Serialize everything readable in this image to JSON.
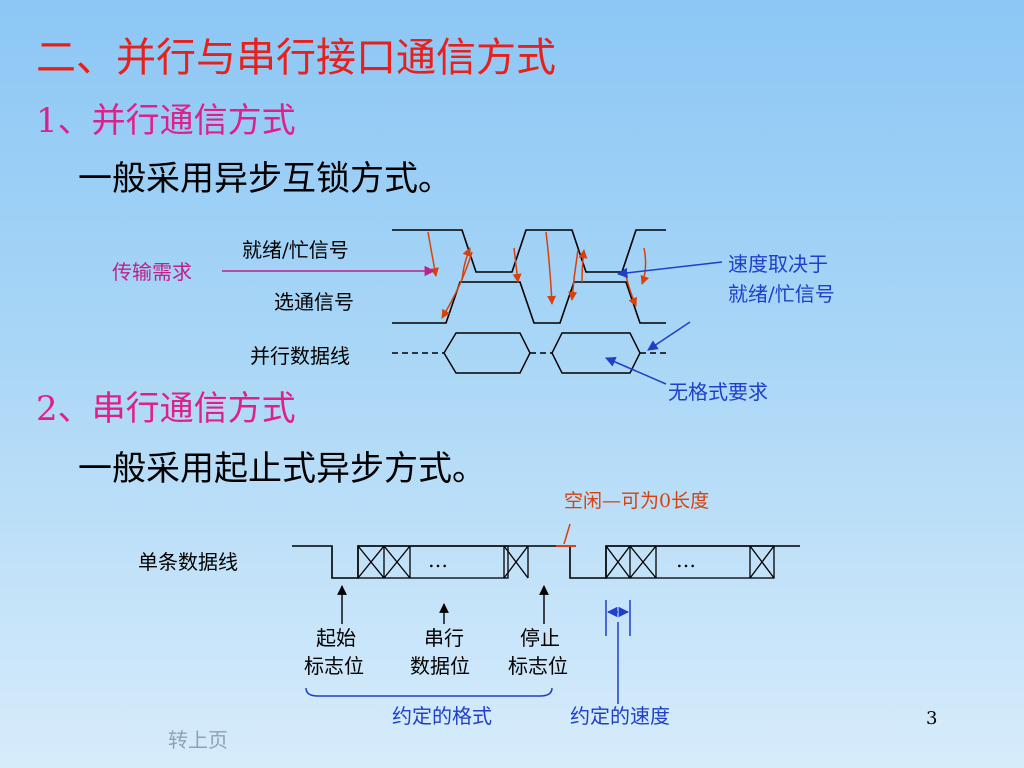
{
  "slide": {
    "title": "二、并行与串行接口通信方式",
    "section1": {
      "heading": "1、并行通信方式",
      "text": "一般采用异步互锁方式。",
      "labels": {
        "ready_busy": "就绪/忙信号",
        "strobe": "选通信号",
        "data_line": "并行数据线",
        "transfer_request": "传输需求",
        "speed_note_line1": "速度取决于",
        "speed_note_line2": "就绪/忙信号",
        "format_note": "无格式要求"
      }
    },
    "section2": {
      "heading": "2、串行通信方式",
      "text": "一般采用起止式异步方式。",
      "labels": {
        "single_data_line": "单条数据线",
        "idle_note": "空闲—可为0长度",
        "ellipsis": "…",
        "start_bit_line1": "起始",
        "start_bit_line2": "标志位",
        "serial_data_line1": "串行",
        "serial_data_line2": "数据位",
        "stop_bit_line1": "停止",
        "stop_bit_line2": "标志位",
        "agreed_format": "约定的格式",
        "agreed_speed": "约定的速度"
      }
    },
    "nav_back": "转上页",
    "page_number": "3"
  },
  "colors": {
    "title": "#e8201c",
    "heading": "#e0208a",
    "annotation_blue": "#1f3fc8",
    "arrow_red": "#d8400c",
    "transfer_arrow": "#c0208a"
  }
}
